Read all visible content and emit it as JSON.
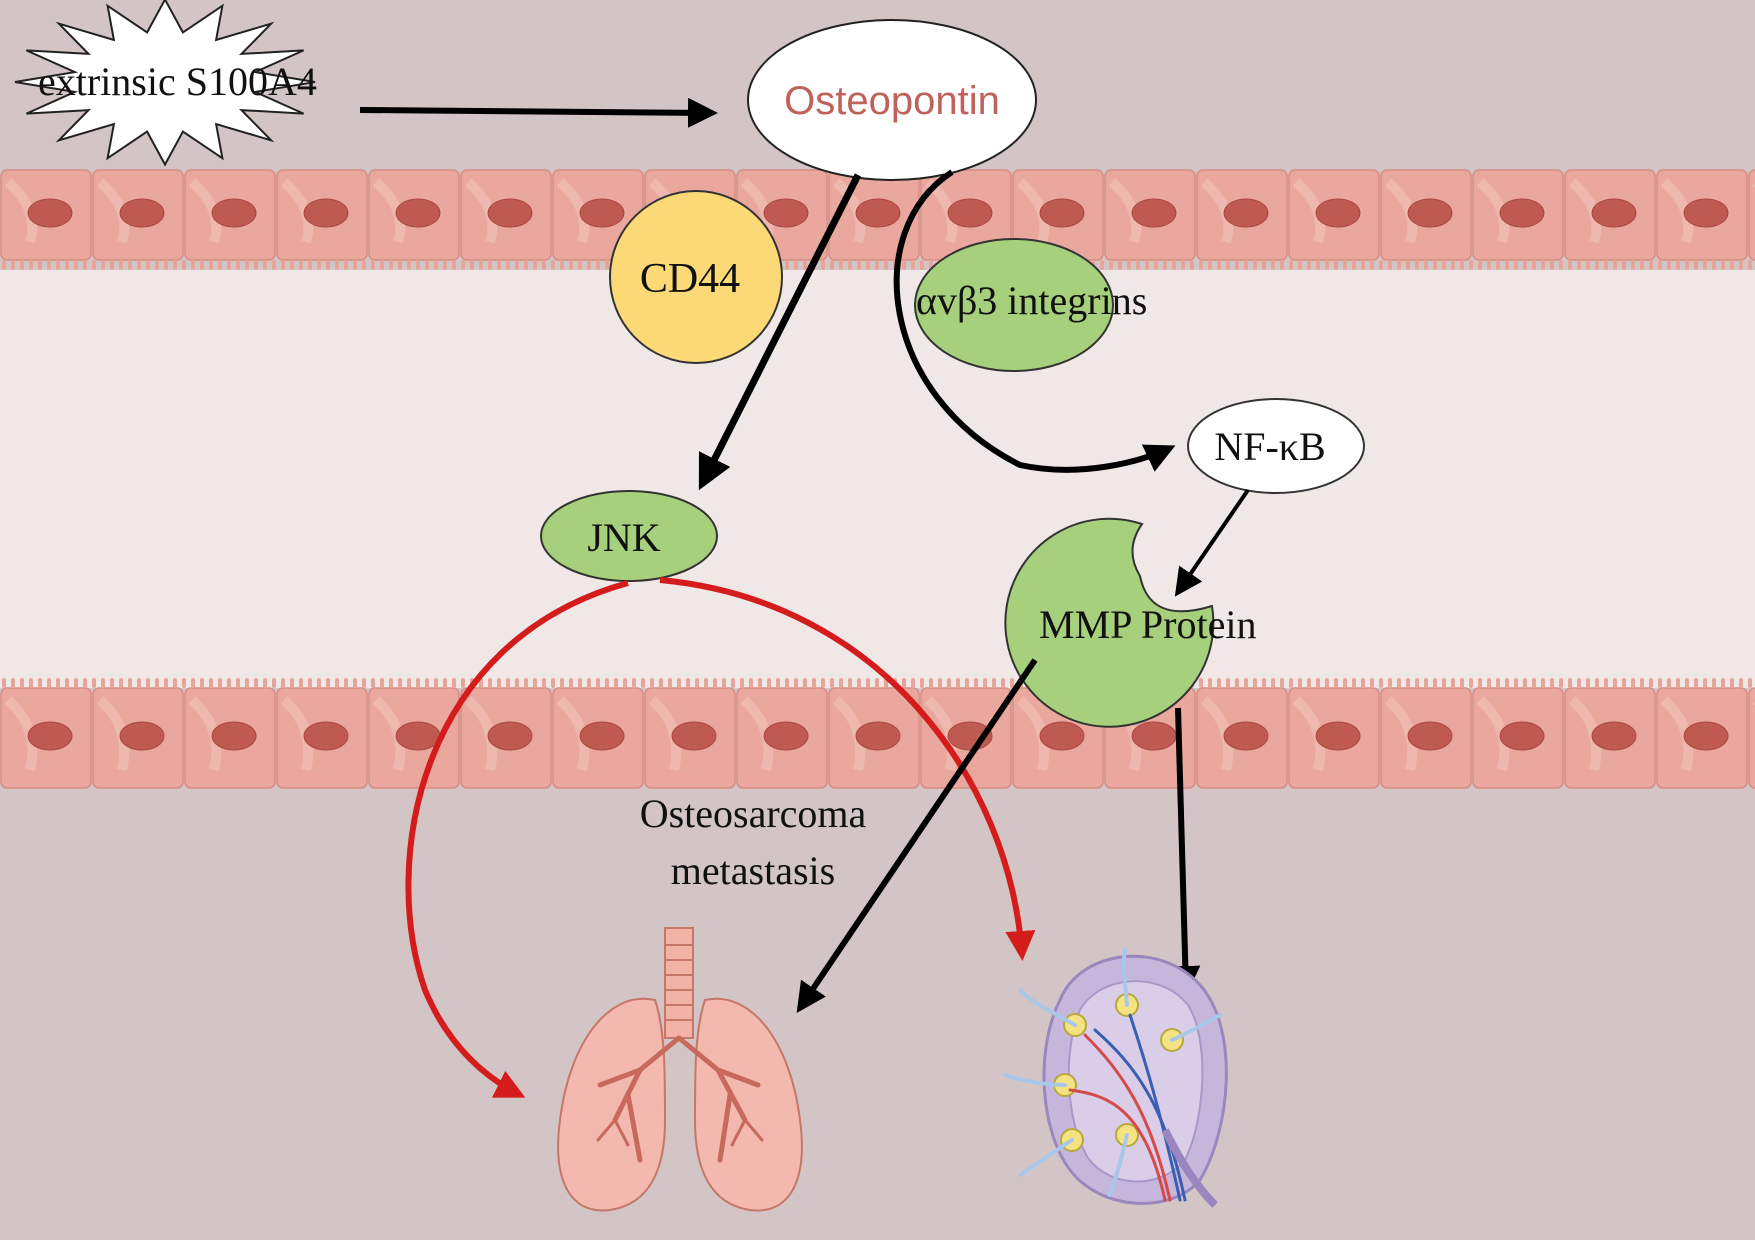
{
  "labels": {
    "s100a4": "extrinsic S100A4",
    "osteopontin": "Osteopontin",
    "cd44": "CD44",
    "integrins": "αvβ3 integrins",
    "nfkb": "NF-κB",
    "jnk": "JNK",
    "mmp": "MMP Protein",
    "metastasis_line1": "Osteosarcoma",
    "metastasis_line2": "metastasis"
  },
  "icons": {
    "starburst": "starburst-icon",
    "lungs": "lungs-icon",
    "lymph_node": "lymph-node-icon"
  },
  "colors": {
    "background": "#d3c5c5",
    "lumen": "#f0e8e6",
    "cell": "#e9a79e",
    "nucleus": "#bf5a52",
    "cd44_fill": "#fbd977",
    "green_fill": "#a6d07c",
    "osteopontin_text": "#c0625a",
    "red_arrow": "#d41c1c",
    "black_arrow": "#000000"
  }
}
